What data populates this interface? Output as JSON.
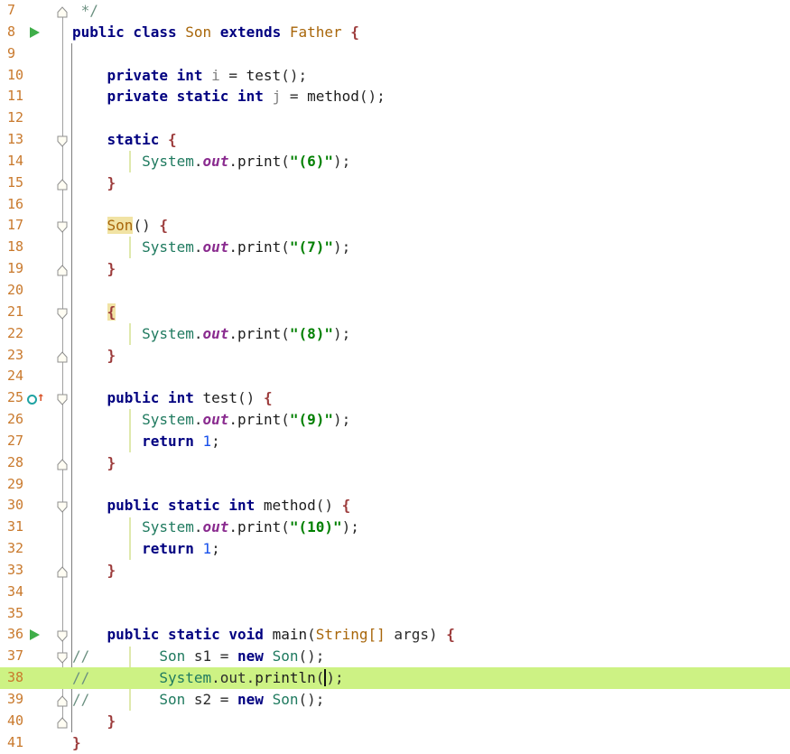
{
  "editor": {
    "colors": {
      "kw": "#000080",
      "cls": "#a8660a",
      "sys": "#1f7a5f",
      "fld": "#808080",
      "mth": "#1c1c1c",
      "str": "#008000",
      "num": "#1750eb",
      "brc": "#9c3b3b",
      "pln": "#2b2b2b",
      "cmt": "#6b9080",
      "out": "#8a2b8f",
      "ln": "#c9792c",
      "currentbg": "#cdf284",
      "hl": "#f1e3a4",
      "run": "#3fae49",
      "guidedark": "#7d7d7d",
      "guidelight": "#dfe9ad",
      "foldstroke": "#a0a0a0",
      "caret": "#111111",
      "ovc": "#1fa3a3",
      "ova": "#d9542a"
    },
    "first_line_number": 7,
    "current_line_number": 38,
    "fold_line": {
      "from_line": 8,
      "to_line": 40
    },
    "indent_guides": {
      "outer": {
        "from_line": 9,
        "to_line": 41
      },
      "inner": [
        {
          "from_line": 14,
          "to_line": 14
        },
        {
          "from_line": 18,
          "to_line": 18
        },
        {
          "from_line": 22,
          "to_line": 22
        },
        {
          "from_line": 26,
          "to_line": 27
        },
        {
          "from_line": 31,
          "to_line": 32
        },
        {
          "from_line": 37,
          "to_line": 39
        }
      ]
    },
    "lines": [
      {
        "n": 7,
        "fold": "up",
        "t": [
          [
            " */",
            "cmt"
          ]
        ]
      },
      {
        "n": 8,
        "run": true,
        "t": [
          [
            "public class ",
            "kw"
          ],
          [
            "Son",
            "cls"
          ],
          [
            " ",
            "pln"
          ],
          [
            "extends ",
            "kw"
          ],
          [
            "Father ",
            "cls"
          ],
          [
            "{",
            "brc"
          ]
        ]
      },
      {
        "n": 9,
        "t": []
      },
      {
        "n": 10,
        "t": [
          [
            "    ",
            "pln"
          ],
          [
            "private int ",
            "kw"
          ],
          [
            "i ",
            "fld"
          ],
          [
            "= ",
            "pln"
          ],
          [
            "test",
            "mth"
          ],
          [
            "();",
            "pln"
          ]
        ]
      },
      {
        "n": 11,
        "t": [
          [
            "    ",
            "pln"
          ],
          [
            "private static int ",
            "kw"
          ],
          [
            "j ",
            "fld"
          ],
          [
            "= ",
            "pln"
          ],
          [
            "method",
            "mth"
          ],
          [
            "();",
            "pln"
          ]
        ]
      },
      {
        "n": 12,
        "t": []
      },
      {
        "n": 13,
        "fold": "down",
        "t": [
          [
            "    ",
            "pln"
          ],
          [
            "static ",
            "kw"
          ],
          [
            "{",
            "brc"
          ]
        ]
      },
      {
        "n": 14,
        "t": [
          [
            "        ",
            "pln"
          ],
          [
            "System",
            "sys"
          ],
          [
            ".",
            "pln"
          ],
          [
            "out",
            "out"
          ],
          [
            ".",
            "pln"
          ],
          [
            "print",
            "mth"
          ],
          [
            "(",
            "pln"
          ],
          [
            "\"(6)\"",
            "str"
          ],
          [
            ");",
            "pln"
          ]
        ]
      },
      {
        "n": 15,
        "fold": "up",
        "t": [
          [
            "    ",
            "pln"
          ],
          [
            "}",
            "brc"
          ]
        ]
      },
      {
        "n": 16,
        "t": []
      },
      {
        "n": 17,
        "fold": "down",
        "t": [
          [
            "    ",
            "pln"
          ],
          [
            "Son",
            "cls hl"
          ],
          [
            "() ",
            "pln"
          ],
          [
            "{",
            "brc"
          ]
        ]
      },
      {
        "n": 18,
        "t": [
          [
            "        ",
            "pln"
          ],
          [
            "System",
            "sys"
          ],
          [
            ".",
            "pln"
          ],
          [
            "out",
            "out"
          ],
          [
            ".",
            "pln"
          ],
          [
            "print",
            "mth"
          ],
          [
            "(",
            "pln"
          ],
          [
            "\"(7)\"",
            "str"
          ],
          [
            ");",
            "pln"
          ]
        ]
      },
      {
        "n": 19,
        "fold": "up",
        "t": [
          [
            "    ",
            "pln"
          ],
          [
            "}",
            "brc"
          ]
        ]
      },
      {
        "n": 20,
        "t": []
      },
      {
        "n": 21,
        "fold": "down",
        "t": [
          [
            "    ",
            "pln"
          ],
          [
            "{",
            "brc hl"
          ]
        ]
      },
      {
        "n": 22,
        "t": [
          [
            "        ",
            "pln"
          ],
          [
            "System",
            "sys"
          ],
          [
            ".",
            "pln"
          ],
          [
            "out",
            "out"
          ],
          [
            ".",
            "pln"
          ],
          [
            "print",
            "mth"
          ],
          [
            "(",
            "pln"
          ],
          [
            "\"(8)\"",
            "str"
          ],
          [
            ");",
            "pln"
          ]
        ]
      },
      {
        "n": 23,
        "fold": "up",
        "t": [
          [
            "    ",
            "pln"
          ],
          [
            "}",
            "brc"
          ]
        ]
      },
      {
        "n": 24,
        "t": []
      },
      {
        "n": 25,
        "fold": "down",
        "ov": true,
        "t": [
          [
            "    ",
            "pln"
          ],
          [
            "public int ",
            "kw"
          ],
          [
            "test",
            "mth"
          ],
          [
            "() ",
            "pln"
          ],
          [
            "{",
            "brc"
          ]
        ]
      },
      {
        "n": 26,
        "t": [
          [
            "        ",
            "pln"
          ],
          [
            "System",
            "sys"
          ],
          [
            ".",
            "pln"
          ],
          [
            "out",
            "out"
          ],
          [
            ".",
            "pln"
          ],
          [
            "print",
            "mth"
          ],
          [
            "(",
            "pln"
          ],
          [
            "\"(9)\"",
            "str"
          ],
          [
            ");",
            "pln"
          ]
        ]
      },
      {
        "n": 27,
        "t": [
          [
            "        ",
            "pln"
          ],
          [
            "return ",
            "kw"
          ],
          [
            "1",
            "num"
          ],
          [
            ";",
            "pln"
          ]
        ]
      },
      {
        "n": 28,
        "fold": "up",
        "t": [
          [
            "    ",
            "pln"
          ],
          [
            "}",
            "brc"
          ]
        ]
      },
      {
        "n": 29,
        "t": []
      },
      {
        "n": 30,
        "fold": "down",
        "t": [
          [
            "    ",
            "pln"
          ],
          [
            "public static int ",
            "kw"
          ],
          [
            "method",
            "mth"
          ],
          [
            "() ",
            "pln"
          ],
          [
            "{",
            "brc"
          ]
        ]
      },
      {
        "n": 31,
        "t": [
          [
            "        ",
            "pln"
          ],
          [
            "System",
            "sys"
          ],
          [
            ".",
            "pln"
          ],
          [
            "out",
            "out"
          ],
          [
            ".",
            "pln"
          ],
          [
            "print",
            "mth"
          ],
          [
            "(",
            "pln"
          ],
          [
            "\"(10)\"",
            "str"
          ],
          [
            ");",
            "pln"
          ]
        ]
      },
      {
        "n": 32,
        "t": [
          [
            "        ",
            "pln"
          ],
          [
            "return ",
            "kw"
          ],
          [
            "1",
            "num"
          ],
          [
            ";",
            "pln"
          ]
        ]
      },
      {
        "n": 33,
        "fold": "up",
        "t": [
          [
            "    ",
            "pln"
          ],
          [
            "}",
            "brc"
          ]
        ]
      },
      {
        "n": 34,
        "t": []
      },
      {
        "n": 35,
        "t": []
      },
      {
        "n": 36,
        "run": true,
        "fold": "down",
        "t": [
          [
            "    ",
            "pln"
          ],
          [
            "public static void ",
            "kw"
          ],
          [
            "main",
            "mth"
          ],
          [
            "(",
            "pln"
          ],
          [
            "String[]",
            "cls"
          ],
          [
            " args) ",
            "pln"
          ],
          [
            "{",
            "brc"
          ]
        ]
      },
      {
        "n": 37,
        "fold": "down",
        "t": [
          [
            "//",
            "cmt"
          ],
          [
            "        ",
            "pln"
          ],
          [
            "Son",
            "sys"
          ],
          [
            " s1 = ",
            "pln"
          ],
          [
            "new",
            "kw"
          ],
          [
            " ",
            "pln"
          ],
          [
            "Son",
            "sys"
          ],
          [
            "();",
            "pln"
          ]
        ]
      },
      {
        "n": 38,
        "cur": true,
        "t": [
          [
            "//",
            "cmt"
          ],
          [
            "        ",
            "pln"
          ],
          [
            "System",
            "sys"
          ],
          [
            ".out.",
            "pln"
          ],
          [
            "println",
            "mth"
          ],
          [
            "(",
            "pln"
          ],
          [
            "",
            "caret"
          ],
          [
            ");",
            "pln"
          ]
        ]
      },
      {
        "n": 39,
        "fold": "up",
        "t": [
          [
            "//",
            "cmt"
          ],
          [
            "        ",
            "pln"
          ],
          [
            "Son",
            "sys"
          ],
          [
            " s2 = ",
            "pln"
          ],
          [
            "new",
            "kw"
          ],
          [
            " ",
            "pln"
          ],
          [
            "Son",
            "sys"
          ],
          [
            "();",
            "pln"
          ]
        ]
      },
      {
        "n": 40,
        "fold": "up",
        "t": [
          [
            "    ",
            "pln"
          ],
          [
            "}",
            "brc"
          ]
        ]
      },
      {
        "n": 41,
        "t": [
          [
            "}",
            "brc"
          ]
        ]
      }
    ]
  }
}
